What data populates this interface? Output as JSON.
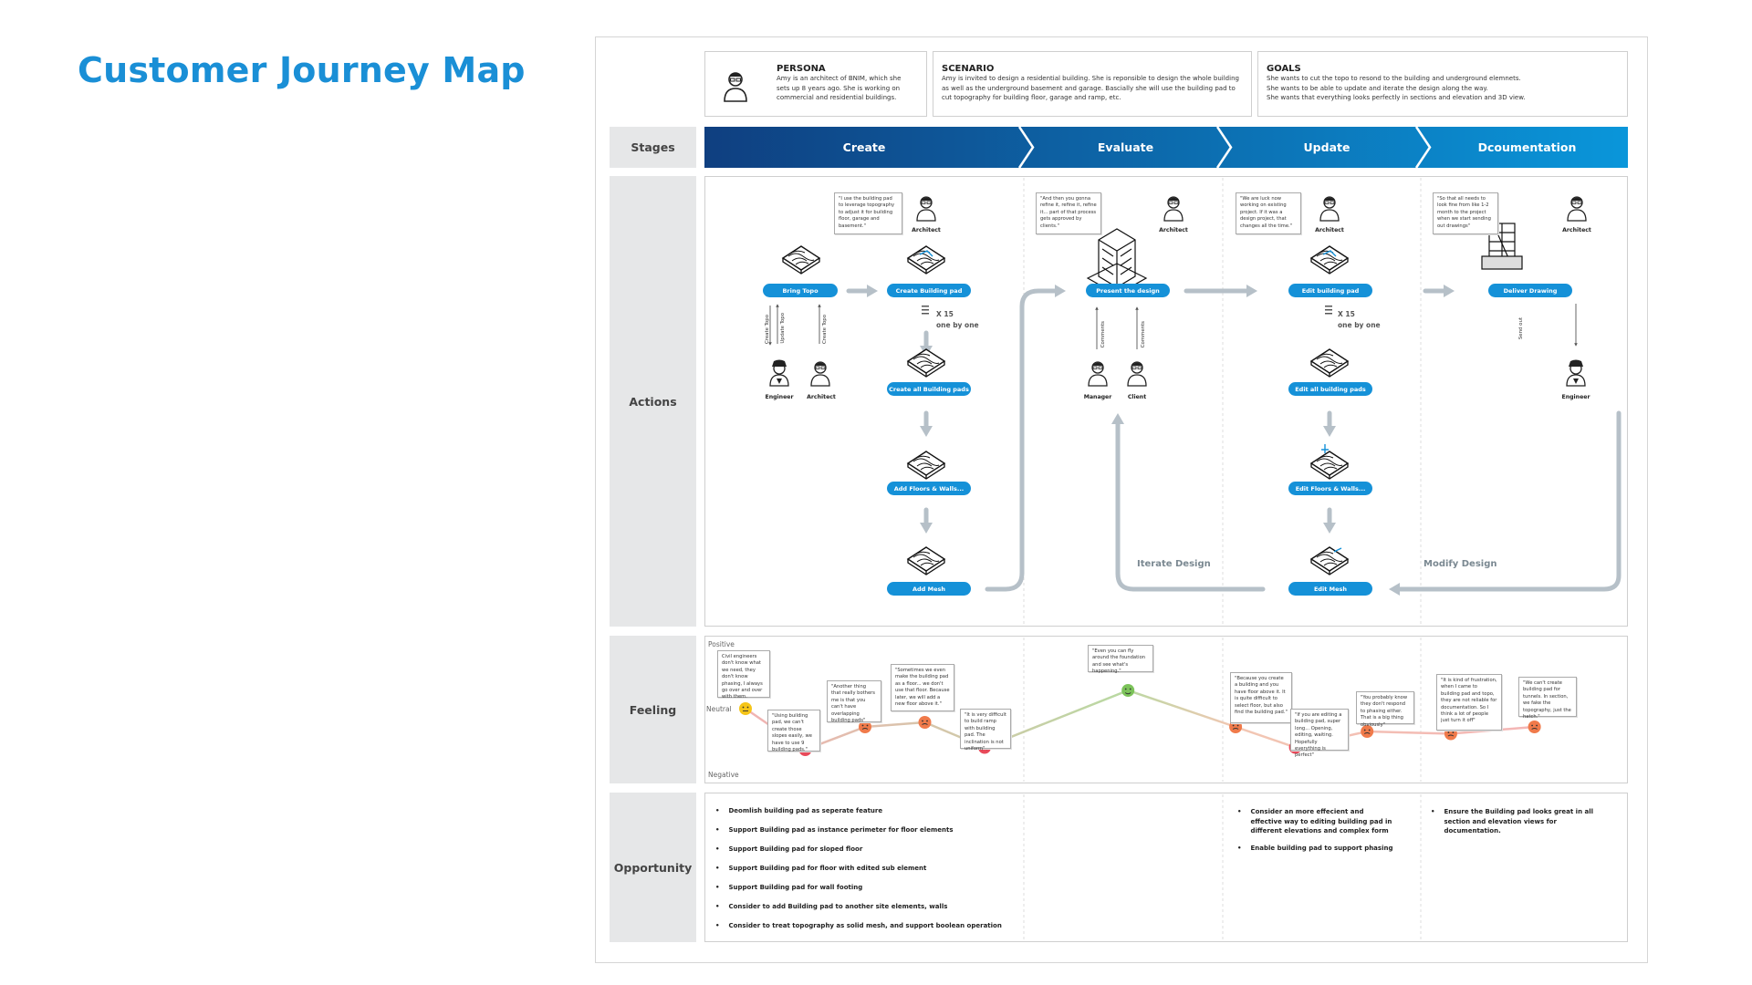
{
  "title": "Customer Journey Map",
  "persona": {
    "heading": "PERSONA",
    "text": "Amy is an architect of BNIM, which she sets up 8 years ago. She is working on commercial and residential buildings."
  },
  "scenario": {
    "heading": "SCENARIO",
    "text": "Amy is invited to design a residential building. She is reponsible to design the whole building as well as the underground basement and garage. Bascially she will use the building pad to cut topography for building floor, garage and ramp, etc."
  },
  "goals": {
    "heading": "GOALS",
    "lines": [
      "She wants to cut the topo to resond to the building and underground elemnets.",
      "She wants to be able to update and iterate the design along the way.",
      "She wants that everything looks perfectly in sections and elevation and 3D view."
    ]
  },
  "rows": {
    "stages": "Stages",
    "actions": "Actions",
    "feeling": "Feeling",
    "opportunity": "Opportunity"
  },
  "stages": [
    "Create",
    "Evaluate",
    "Update",
    "Dcoumentation"
  ],
  "colors": {
    "accent": "#1591d8",
    "title": "#1a8fd6",
    "stage_dark": "#0f3f80",
    "stage_light": "#0a96da",
    "arrow": "#b6c0c8",
    "label_bg": "#e6e7e8"
  },
  "actions": {
    "pills": [
      "Bring Topo",
      "Create Building pad",
      "Create all Building pads",
      "Add Floors & Walls...",
      "Add Mesh",
      "Present the design",
      "Edit building pad",
      "Edit all building pads",
      "Edit Floors & Walls...",
      "Edit Mesh",
      "Deliver Drawing"
    ],
    "people": {
      "engineer": "Engineer",
      "architect": "Architect",
      "manager": "Manager",
      "client": "Client"
    },
    "quotes": [
      "\"I use the building pad to leverage topography to adjust it for building floor, garage and basement.\"",
      "\"And then you gonna refine it, refine it, refine it... part of that process gets approved by clients.\"",
      "\"We are luck now working on existing project. If it was a design project, that changes all the time.\"",
      "\"So that all needs to look fine from like 1-2 month to the project when we start sending out drawings\""
    ],
    "repeat": "X 15",
    "repeat_sub": "one by one",
    "arrow_labels": [
      "Create Topo",
      "Update Topo",
      "Create Topo",
      "Comments",
      "Comments",
      "Send out"
    ],
    "loops": [
      "Iterate Design",
      "Modify Design"
    ]
  },
  "feeling": {
    "positive": "Positive",
    "neutral": "Neutral",
    "negative": "Negative",
    "quotes": [
      "Civil engineers don't know what we need, they don't know phasing, I always go over and over with them.",
      "\"Using building pad, we can't create those slopes easily, we have to use 9 building pads.\"",
      "\"Another thing that really bothers me is that you can't have overlapping building pads\"",
      "\"Sometimes we even make the building pad as a floor... we don't use that floor. Because later, we will add a new floor above it.\"",
      "\"It is very difficult to build ramp with building pad. The inclination is not uniform\"",
      "\"Even you can fly around the foundation and see what's happening.\"",
      "\"Because you create a building and you have floor above it. It is quite difficult to select floor, but also find the building pad.\"",
      "\"If you are editing a building pad, super long... Opening, editing, waiting. Hopefully everything is perfect\"",
      "\"You probably know they don't respond to phasing either. That is a big thing obviously\"",
      "\"It is kind of frustration, when I came to building pad and topo, they are not reliable for documentation. So I think a lot of people just turn it off\"",
      "\"We can't create building pad for tunnels. In section, we fake the topography, just the hatch.\""
    ],
    "points": [
      {
        "x": 0.0,
        "v": 0.0
      },
      {
        "x": 0.5,
        "v": -0.9
      },
      {
        "x": 1.0,
        "v": -0.4
      },
      {
        "x": 1.5,
        "v": -0.3
      },
      {
        "x": 2.0,
        "v": -0.85
      },
      {
        "x": 3.2,
        "v": 0.4
      },
      {
        "x": 4.1,
        "v": -0.4
      },
      {
        "x": 4.6,
        "v": -0.85
      },
      {
        "x": 5.2,
        "v": -0.5
      },
      {
        "x": 5.9,
        "v": -0.55
      },
      {
        "x": 6.6,
        "v": -0.4
      }
    ]
  },
  "opportunity": {
    "create": [
      "Deomlish building pad as seperate feature",
      "Support Building pad as instance perimeter for floor elements",
      "Support Building pad for sloped floor",
      "Support Building pad for floor with edited sub element",
      "Support Building pad for wall footing",
      "Consider to add Building pad to another site elements, walls",
      "Consider to treat topography as solid mesh, and support boolean operation"
    ],
    "update": [
      "Consider an more effecient and effective way to editing building pad in different elevations and complex form",
      "Enable building pad to support phasing"
    ],
    "documentation": [
      "Ensure the Building pad looks great in all section and elevation views for documentation."
    ]
  }
}
